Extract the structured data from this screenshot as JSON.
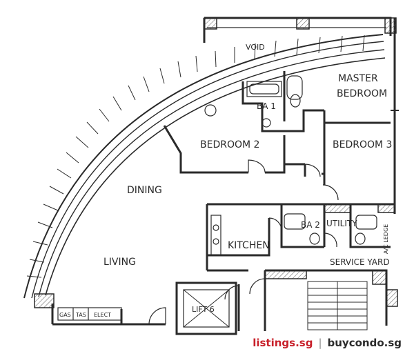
{
  "floorplan": {
    "rooms": {
      "void": "VOID",
      "master_bedroom_line1": "MASTER",
      "master_bedroom_line2": "BEDROOM",
      "ba1": "BA 1",
      "bedroom2": "BEDROOM 2",
      "bedroom3": "BEDROOM 3",
      "dining": "DINING",
      "kitchen": "KITCHEN",
      "ba2": "BA 2",
      "utility": "UTILITY",
      "living": "LIVING",
      "service_yard": "SERVICE YARD",
      "ac_ledge": "A/C LEDGE",
      "lift": "LIFT 6",
      "gas": "GAS",
      "tas": "TAS",
      "elect": "ELECT"
    }
  },
  "watermark": {
    "site1": "listings.sg",
    "separator": "|",
    "site2": "buycondo.sg"
  },
  "colors": {
    "line": "#2a2a2a",
    "paper": "#ffffff",
    "brand_red": "#c8202a"
  }
}
